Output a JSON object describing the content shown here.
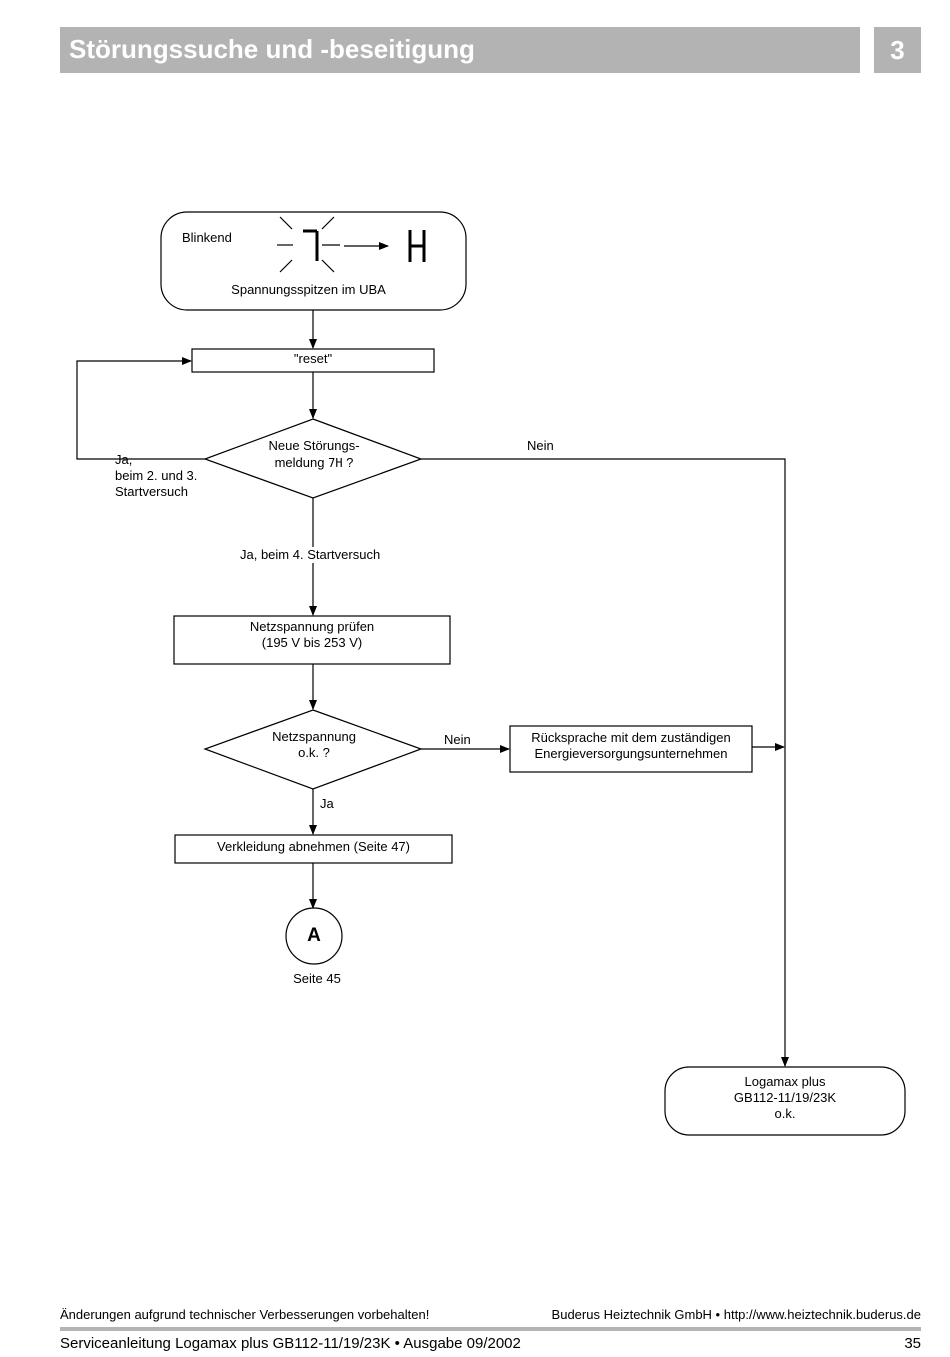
{
  "header": {
    "title": "Störungssuche und -beseitigung",
    "chapter": "3"
  },
  "flow": {
    "start": {
      "blink_label": "Blinkend",
      "from_code": "7",
      "to_code": "H",
      "caption": "Spannungsspitzen im UBA"
    },
    "reset": "\"reset\"",
    "decision1": {
      "line1": "Neue Störungs-",
      "line2_prefix": "meldung",
      "code": "7H",
      "line2_suffix": "?"
    },
    "decision1_yes_left": [
      "Ja,",
      "beim 2. und 3.",
      "Startversuch"
    ],
    "decision1_no": "Nein",
    "decision1_yes_down": "Ja, beim 4. Startversuch",
    "check_voltage": [
      "Netzspannung prüfen",
      "(195 V bis 253 V)"
    ],
    "decision2": [
      "Netzspannung",
      "o.k. ?"
    ],
    "decision2_no": "Nein",
    "contact": [
      "Rücksprache mit dem zuständigen",
      "Energieversorgungsunternehmen"
    ],
    "decision2_yes": "Ja",
    "remove_cover": "Verkleidung abnehmen (Seite 47)",
    "connector": {
      "letter": "A",
      "caption": "Seite 45"
    },
    "end": [
      "Logamax plus",
      "GB112-11/19/23K",
      "o.k."
    ]
  },
  "footer": {
    "note": "Änderungen aufgrund technischer Verbesserungen vorbehalten!",
    "company": "Buderus Heiztechnik GmbH • http://www.heiztechnik.buderus.de",
    "document": "Serviceanleitung Logamax plus GB112-11/19/23K • Ausgabe 09/2002",
    "page": "35"
  }
}
